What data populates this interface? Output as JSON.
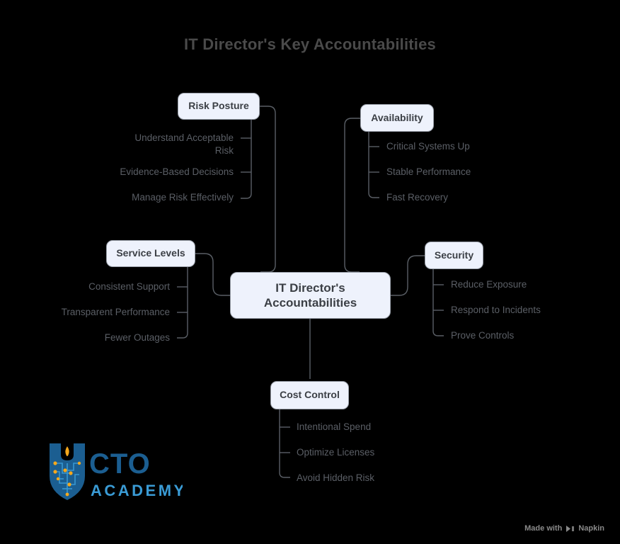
{
  "title": "IT Director's Key Accountabilities",
  "center": {
    "label": "IT Director's\nAccountabilities"
  },
  "branches": [
    {
      "key": "risk-posture",
      "label": "Risk Posture",
      "side": "right",
      "children": [
        "Understand Acceptable\nRisk",
        "Evidence-Based Decisions",
        "Manage Risk Effectively"
      ]
    },
    {
      "key": "availability",
      "label": "Availability",
      "side": "left",
      "children": [
        "Critical Systems Up",
        "Stable Performance",
        "Fast Recovery"
      ]
    },
    {
      "key": "service-levels",
      "label": "Service Levels",
      "side": "right",
      "children": [
        "Consistent Support",
        "Transparent Performance",
        "Fewer Outages"
      ]
    },
    {
      "key": "security",
      "label": "Security",
      "side": "left",
      "children": [
        "Reduce Exposure",
        "Respond to Incidents",
        "Prove Controls"
      ]
    },
    {
      "key": "cost-control",
      "label": "Cost Control",
      "side": "left",
      "children": [
        "Intentional Spend",
        "Optimize Licenses",
        "Avoid Hidden Risk"
      ]
    }
  ],
  "watermark": {
    "text": "Made with",
    "brand": "Napkin"
  },
  "logo": {
    "word_top": "CTO",
    "word_bottom": "ACADEMY"
  },
  "colors": {
    "background": "#000000",
    "node_fill": "#eef2fc",
    "node_border": "#9aa0aa",
    "node_text": "#3b3f45",
    "leaf_text": "#5b5f66",
    "connector": "#5a5f66",
    "title_text": "#4a4a4a",
    "logo_dark": "#1b5e91",
    "logo_light": "#3a9bd5",
    "logo_accent": "#f5a81c"
  }
}
